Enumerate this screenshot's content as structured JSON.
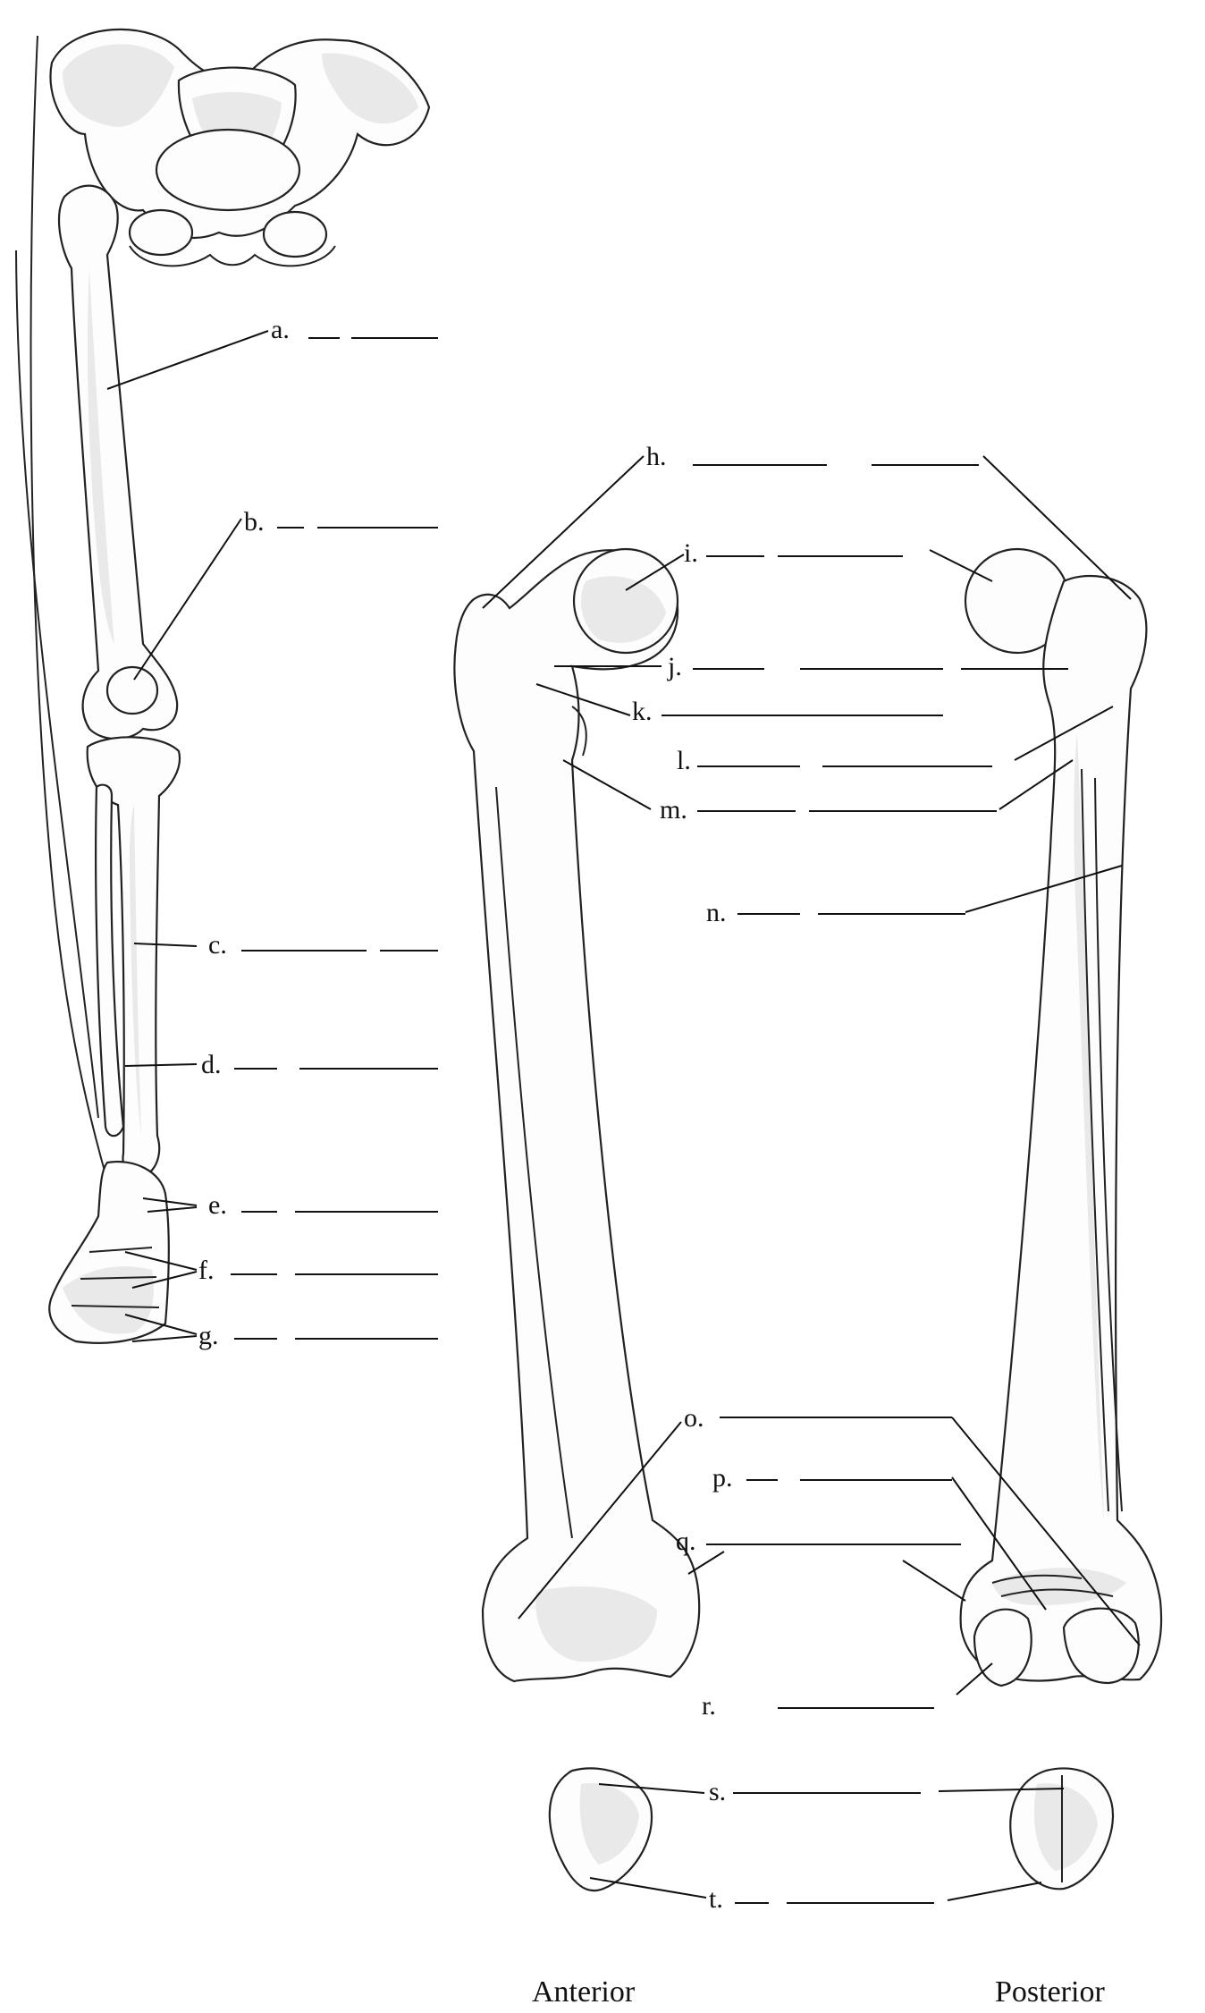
{
  "labels": {
    "a": "a.",
    "b": "b.",
    "c": "c.",
    "d": "d.",
    "e": "e.",
    "f": "f.",
    "g": "g.",
    "h": "h.",
    "i": "i.",
    "j": "j.",
    "k": "k.",
    "l": "l.",
    "m": "m.",
    "n": "n.",
    "o": "o.",
    "p": "p.",
    "q": "q.",
    "r": "r.",
    "s": "s.",
    "t": "t."
  },
  "captions": {
    "anterior": "Anterior",
    "posterior": "Posterior"
  }
}
